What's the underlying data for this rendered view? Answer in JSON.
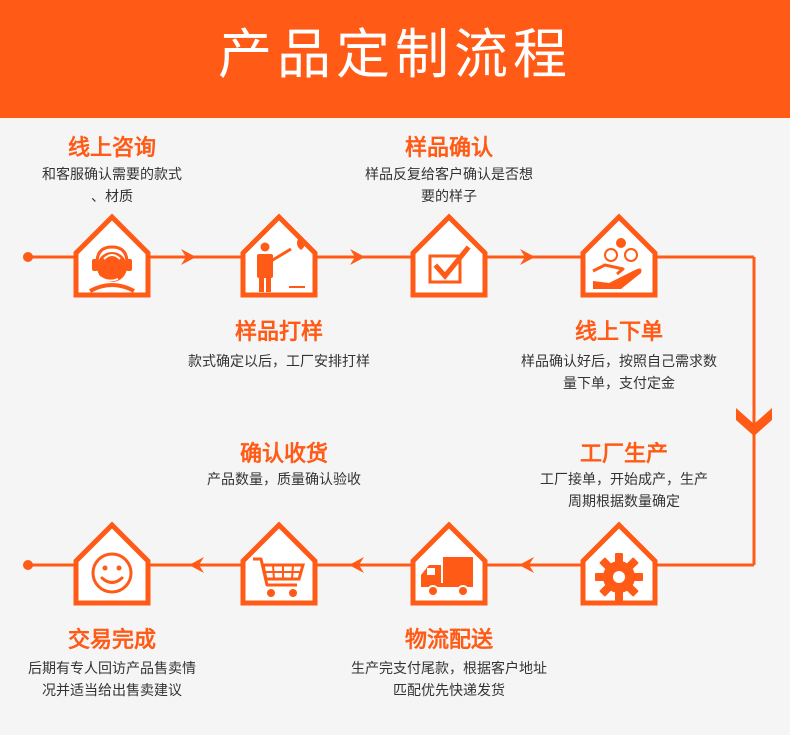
{
  "banner": {
    "title": "产品定制流程"
  },
  "colors": {
    "accent": "#ff5a16",
    "text": "#333333",
    "background": "#f5f5f5"
  },
  "steps": [
    {
      "title": "线上咨询",
      "desc": [
        "和客服确认需要的款式",
        "、材质"
      ],
      "icon": "headset-support-icon"
    },
    {
      "title": "样品打样",
      "desc": [
        "款式确定以后，工厂安排打样"
      ],
      "icon": "presenter-heart-icon"
    },
    {
      "title": "样品确认",
      "desc": [
        "样品反复给客户确认是否想",
        "要的样子"
      ],
      "icon": "checkbox-icon"
    },
    {
      "title": "线上下单",
      "desc": [
        "样品确认好后，按照自己需求数",
        "量下单，支付定金"
      ],
      "icon": "coins-hand-icon"
    },
    {
      "title": "工厂生产",
      "desc": [
        "工厂接单，开始成产，生产",
        "周期根据数量确定"
      ],
      "icon": "gear-icon"
    },
    {
      "title": "物流配送",
      "desc": [
        "生产完支付尾款，根据客户地址",
        "匹配优先快递发货"
      ],
      "icon": "delivery-truck-icon"
    },
    {
      "title": "确认收货",
      "desc": [
        "产品数量，质量确认验收"
      ],
      "icon": "shopping-cart-icon"
    },
    {
      "title": "交易完成",
      "desc": [
        "后期有专人回访产品售卖情",
        "况并适当给出售卖建议"
      ],
      "icon": "smiley-face-icon"
    }
  ]
}
